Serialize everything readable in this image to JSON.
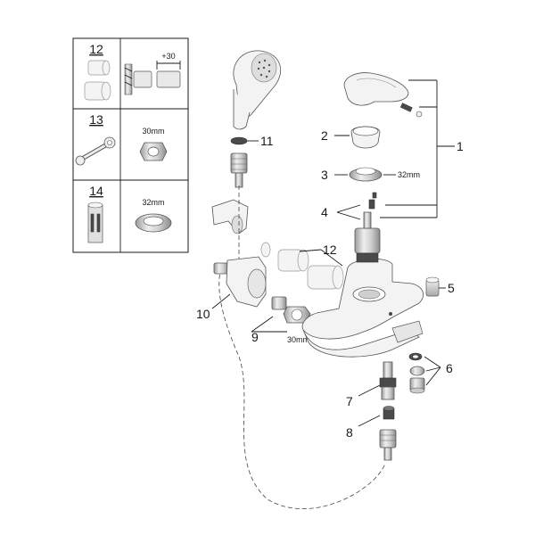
{
  "inset_table": {
    "rows": [
      {
        "number": "12",
        "dimension": "+30"
      },
      {
        "number": "13",
        "dimension": "30mm"
      },
      {
        "number": "14",
        "dimension": "32mm"
      }
    ]
  },
  "callouts": {
    "c1": "1",
    "c2": "2",
    "c3": "3",
    "c4": "4",
    "c5": "5",
    "c6": "6",
    "c7": "7",
    "c8": "8",
    "c9": "9",
    "c10": "10",
    "c11": "11",
    "c12": "12"
  },
  "dimensions": {
    "nut_3": "32mm",
    "nut_9": "30mm"
  }
}
